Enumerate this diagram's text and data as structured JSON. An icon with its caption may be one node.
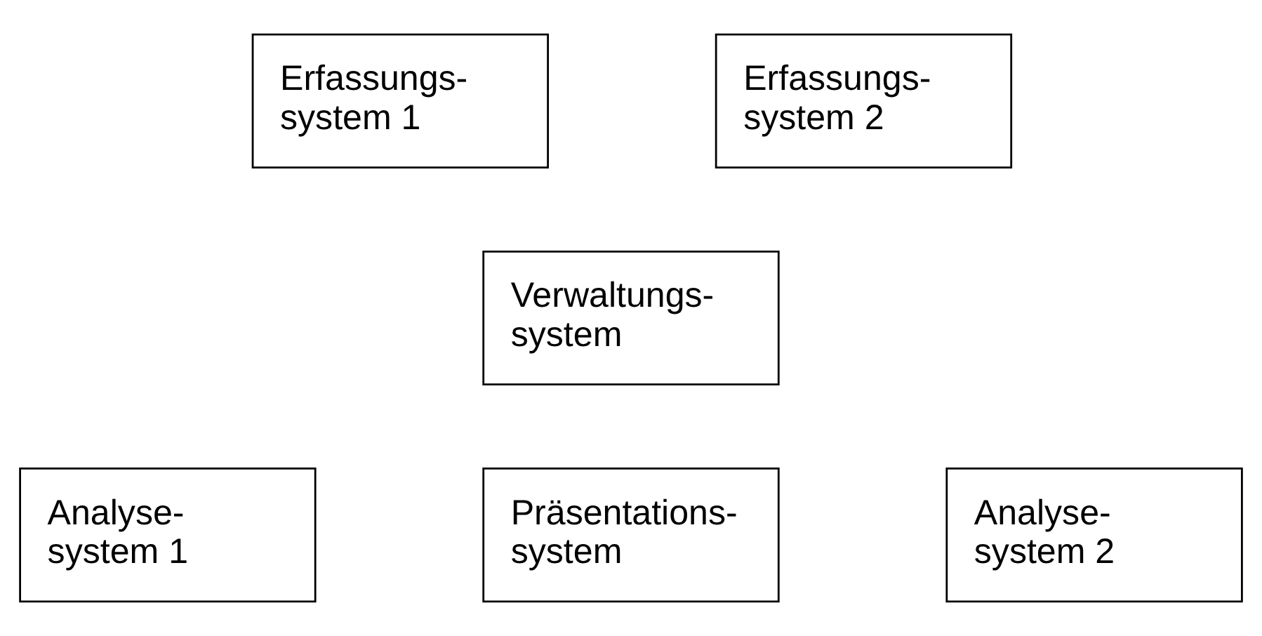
{
  "diagram": {
    "nodes": [
      {
        "text": [
          "Erfassungs- system 1"
        ]
      },
      {
        "text": [
          "Erfassungs- system 2"
        ]
      },
      {
        "text": [
          "Verwaltungs- system"
        ]
      },
      {
        "text": [
          "Analyse- system 1"
        ]
      },
      {
        "text": [
          "Präsentations- system"
        ]
      },
      {
        "text": [
          "Analyse- system 2"
        ]
      }
    ]
  }
}
